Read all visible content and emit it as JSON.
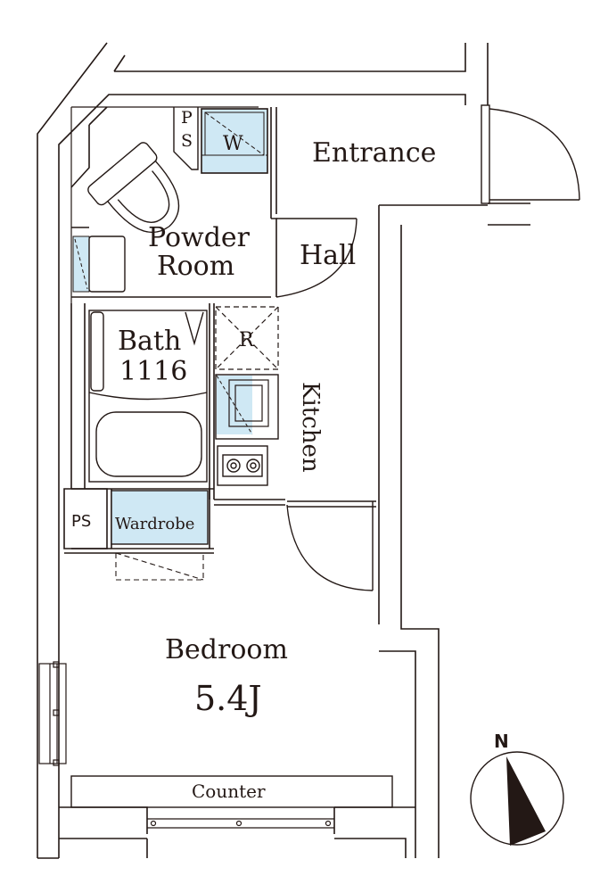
{
  "rooms": {
    "entrance": "Entrance",
    "hall": "Hall",
    "powder_room_line1": "Powder",
    "powder_room_line2": "Room",
    "bath_line1": "Bath",
    "bath_line2": "1116",
    "kitchen": "Kitchen",
    "refrigerator": "R",
    "washer": "W",
    "pipe_space_top_line1": "P",
    "pipe_space_top_line2": "S",
    "pipe_space": "PS",
    "wardrobe": "Wardrobe",
    "bedroom": "Bedroom",
    "bedroom_size": "5.4J",
    "counter": "Counter"
  },
  "compass": {
    "north_label": "N"
  },
  "colors": {
    "wall": "#231815",
    "wall_fill": "#ffffff",
    "fixture_blue": "#cfe8f4",
    "line": "#231815"
  }
}
